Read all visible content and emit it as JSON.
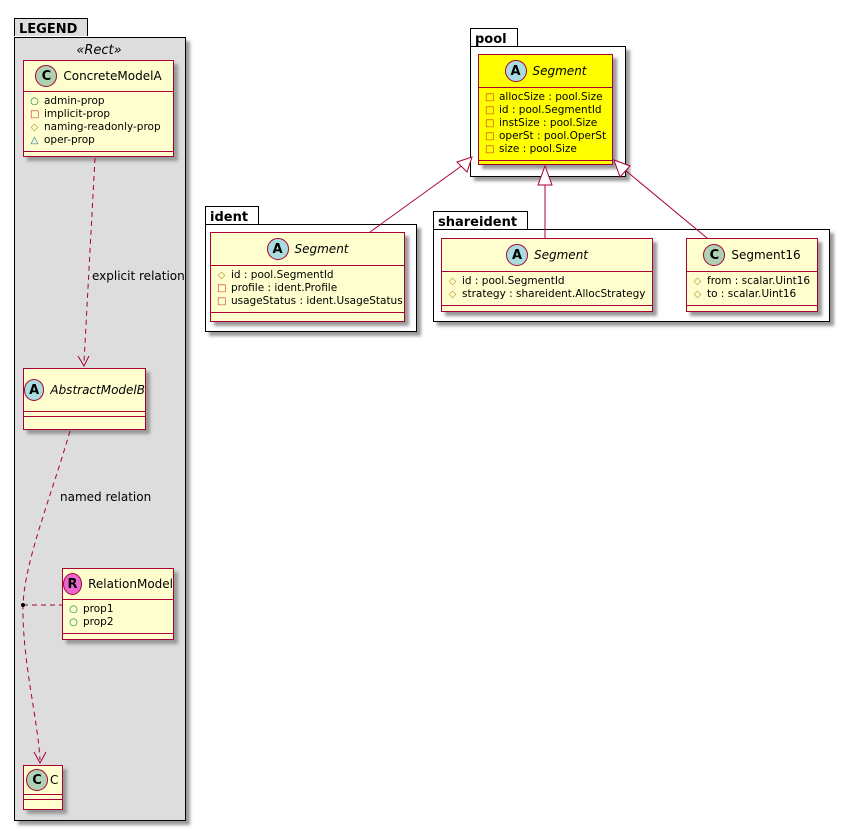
{
  "legend": {
    "title": "LEGEND",
    "stereotype": "«Rect»",
    "concrete": {
      "name": "ConcreteModelA",
      "kind": "C",
      "attrs": [
        {
          "vis": "○",
          "name": "admin-prop",
          "color": "#038048"
        },
        {
          "vis": "□",
          "name": "implicit-prop",
          "color": "#c82930"
        },
        {
          "vis": "◇",
          "name": "naming-readonly-prop",
          "color": "#b38d22"
        },
        {
          "vis": "△",
          "name": "oper-prop",
          "color": "#1963a0"
        }
      ]
    },
    "abstract": {
      "name": "AbstractModelB",
      "kind": "A"
    },
    "relation": {
      "name": "RelationModel",
      "kind": "R",
      "attrs": [
        {
          "vis": "○",
          "name": "prop1"
        },
        {
          "vis": "○",
          "name": "prop2"
        }
      ]
    },
    "c": {
      "name": "C",
      "kind": "C"
    },
    "explicit_label": "explicit relation",
    "named_label": "named relation"
  },
  "pool": {
    "title": "pool",
    "segment": {
      "name": "Segment",
      "kind": "A",
      "attrs": [
        "allocSize : pool.Size",
        "id : pool.SegmentId",
        "instSize : pool.Size",
        "operSt : pool.OperSt",
        "size : pool.Size"
      ]
    }
  },
  "ident": {
    "title": "ident",
    "segment": {
      "name": "Segment",
      "kind": "A",
      "attrs": [
        {
          "vis": "◇",
          "name": "id : pool.SegmentId"
        },
        {
          "vis": "□",
          "name": "profile : ident.Profile"
        },
        {
          "vis": "□",
          "name": "usageStatus : ident.UsageStatus"
        }
      ]
    }
  },
  "shareident": {
    "title": "shareident",
    "segment": {
      "name": "Segment",
      "kind": "A",
      "attrs": [
        "id : pool.SegmentId",
        "strategy : shareident.AllocStrategy"
      ]
    },
    "segment16": {
      "name": "Segment16",
      "kind": "C",
      "attrs": [
        "from : scalar.Uint16",
        "to : scalar.Uint16"
      ]
    }
  },
  "colors": {
    "border": "#a80036",
    "class_bg": "#fefece",
    "highlight": "#ffff00"
  }
}
